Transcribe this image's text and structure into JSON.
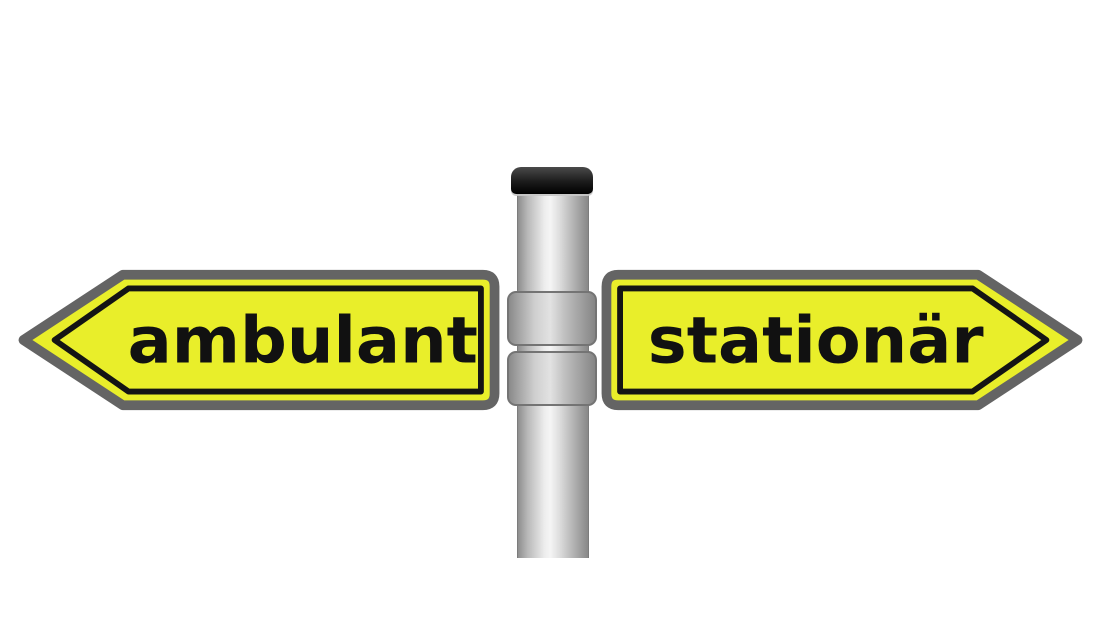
{
  "scene": {
    "alt_text": "Two yellow direction arrow signs mounted on a metal pole, pointing opposite ways",
    "background_color": "#ffffff"
  },
  "signs": {
    "left": {
      "label": "ambulant",
      "direction": "left"
    },
    "right": {
      "label": "stationär",
      "direction": "right"
    }
  },
  "colors": {
    "sign_fill": "#e9ee2a",
    "sign_keyline": "#141414",
    "sign_rim": "#646464",
    "text": "#111111",
    "pole_cap": "#1c1c1c"
  }
}
